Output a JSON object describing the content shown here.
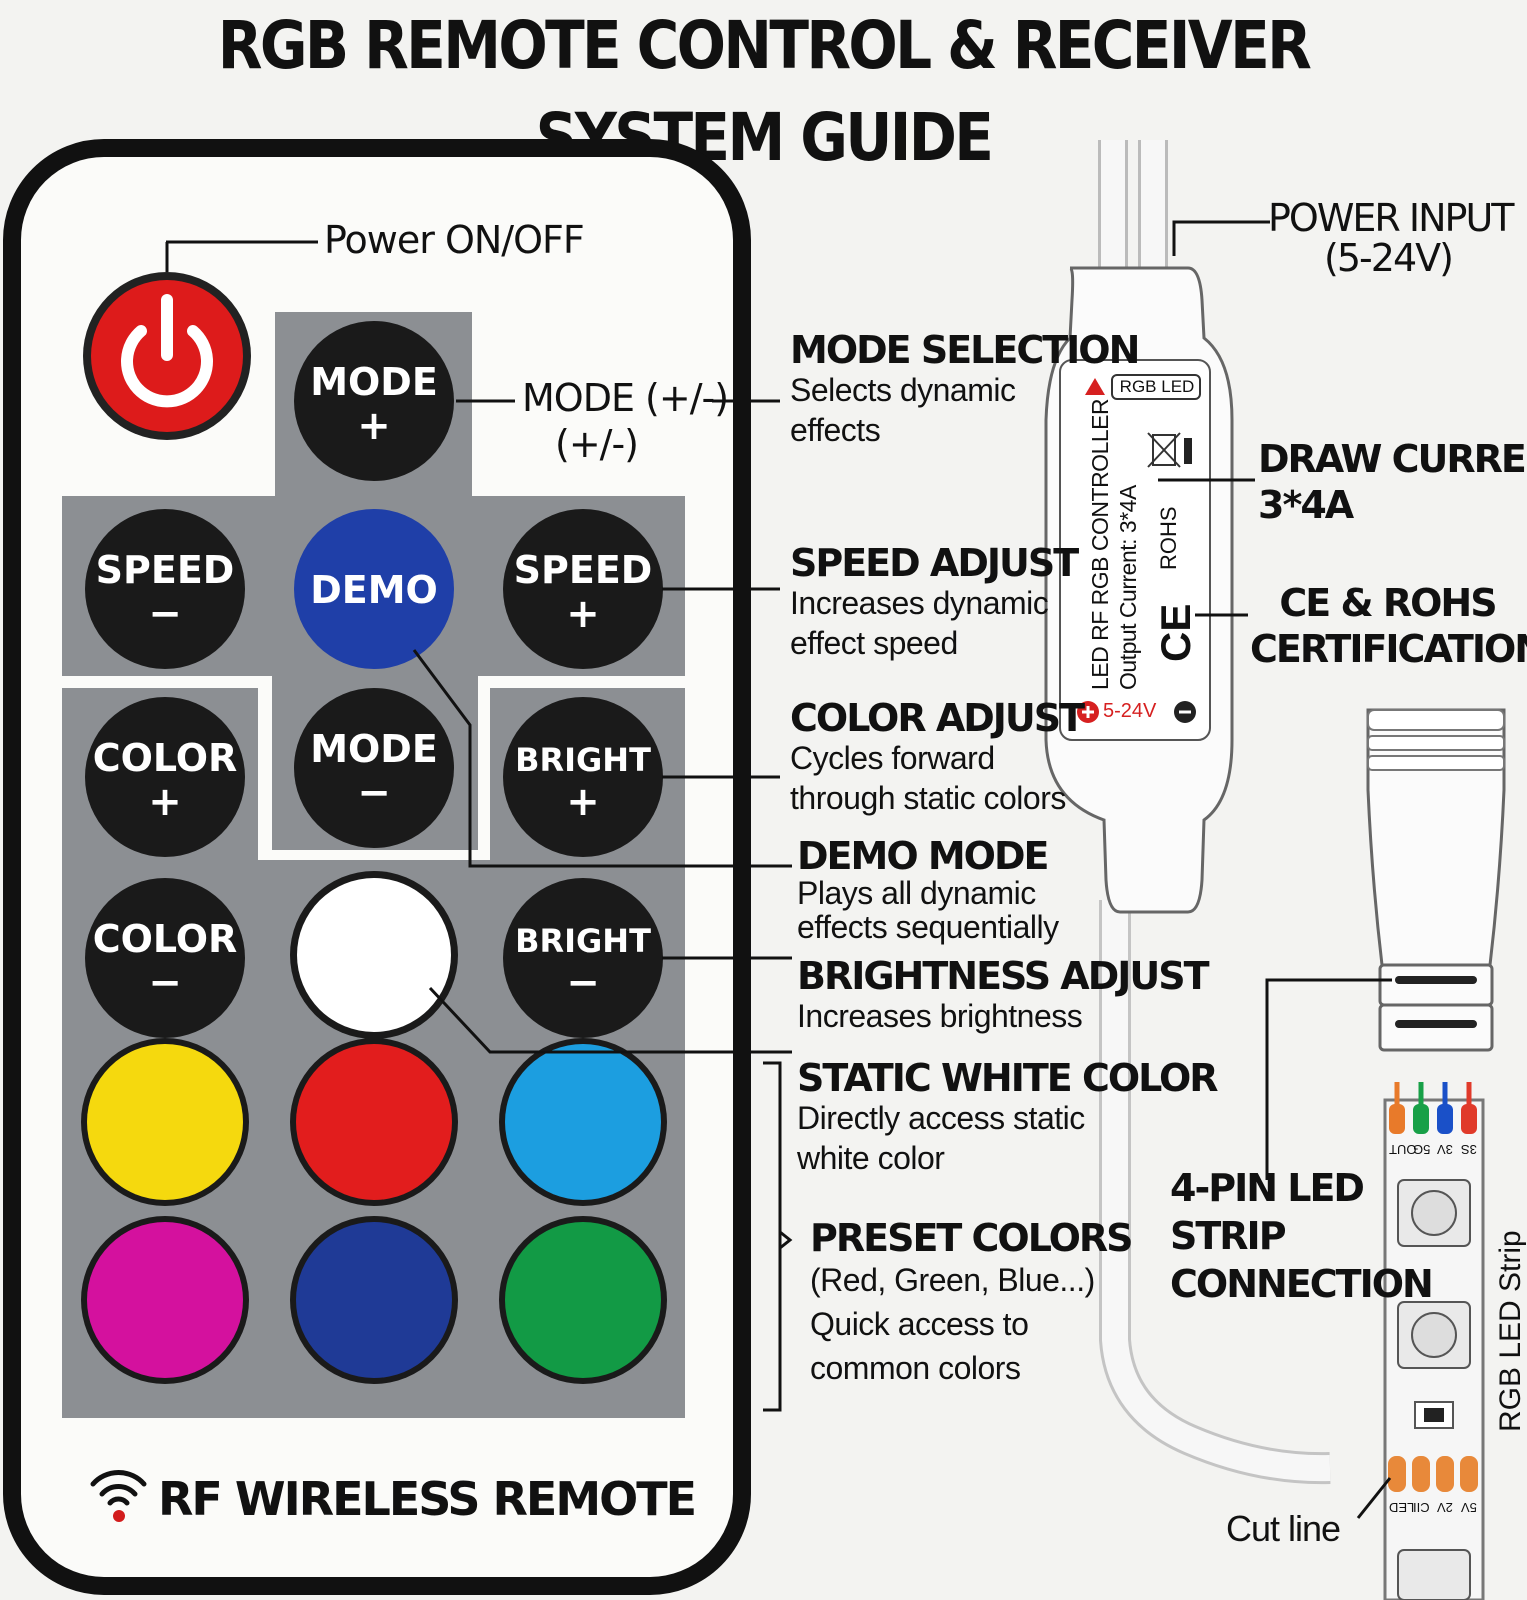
{
  "title": "RGB REMOTE CONTROL & RECEIVER SYSTEM GUIDE",
  "remote": {
    "power_label": "Power ON/OFF",
    "mode_plus_callout": "MODE (+/-)",
    "mode_plus_callout_sub": "(+/-)",
    "footer": "RF WIRELESS REMOTE",
    "buttons": {
      "mode_plus": [
        "MODE",
        "+"
      ],
      "speed_minus": [
        "SPEED",
        "−"
      ],
      "demo": [
        "DEMO"
      ],
      "speed_plus": [
        "SPEED",
        "+"
      ],
      "color_plus": [
        "COLOR",
        "+"
      ],
      "mode_minus": [
        "MODE",
        "−"
      ],
      "bright_plus": [
        "BRIGHT",
        "+"
      ],
      "color_minus": [
        "COLOR",
        "−"
      ],
      "bright_minus": [
        "BRIGHT",
        "−"
      ]
    },
    "preset_colors": [
      "#f5d90e",
      "#e21d1d",
      "#1c9ee0",
      "#d4119e",
      "#1f3a96",
      "#129a45"
    ],
    "power_color": "#dd1b1b",
    "demo_color": "#1f3fa8"
  },
  "callouts": [
    {
      "head": "MODE SELECTION",
      "body": [
        "Selects dynamic",
        "effects"
      ]
    },
    {
      "head": "SPEED ADJUST",
      "body": [
        "Increases dynamic",
        "effect speed"
      ]
    },
    {
      "head": "COLOR ADJUST",
      "body": [
        "Cycles forward",
        "through static colors"
      ]
    },
    {
      "head": "DEMO MODE",
      "body": [
        "Plays all dynamic",
        "effects sequentially"
      ]
    },
    {
      "head": "BRIGHTNESS ADJUST",
      "body": [
        "Increases brightness"
      ]
    },
    {
      "head": "STATIC WHITE COLOR",
      "body": [
        "Directly access static",
        "white color"
      ]
    },
    {
      "head": "PRESET COLORS",
      "body": [
        "(Red, Green, Blue...)",
        "Quick access to",
        "common colors"
      ]
    }
  ],
  "receiver": {
    "power_input": [
      "POWER INPUT",
      "(5-24V)"
    ],
    "draw_current": [
      "DRAW CURRENT:",
      "3*4A"
    ],
    "certs": [
      "CE & ROHS",
      "CERTIFICATIONS"
    ],
    "badge": "RGB LED",
    "label_line1": "LED RF RGB CONTROLLER",
    "label_line2": "Output Current: 3*4A",
    "rohs": "ROHS",
    "ce": "CE",
    "voltage": "5-24V"
  },
  "strip": {
    "connection": [
      "4-PIN LED",
      "STRIP",
      "CONNECTION"
    ],
    "strip_label": "RGB LED Strip",
    "cut_line": "Cut line",
    "pins": [
      "OUT",
      "5G",
      "3V",
      "3S"
    ],
    "pins_bottom": [
      "LED",
      "CII",
      "2V",
      "5V"
    ],
    "wire_colors": [
      "#e87a2a",
      "#18a048",
      "#1a50c8",
      "#e03a2a"
    ]
  }
}
